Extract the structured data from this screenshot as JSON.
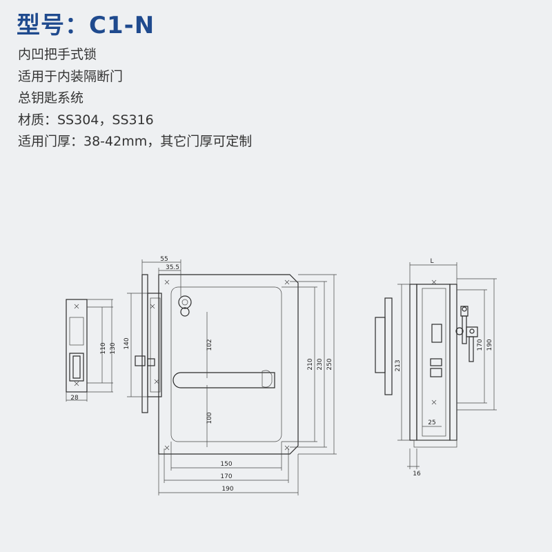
{
  "title": "型号：C1-N",
  "specs": [
    "内凹把手式锁",
    "适用于内装隔断门",
    "总钥匙系统",
    "材质：SS304，SS316",
    "适用门厚：38-42mm，其它门厚可定制"
  ],
  "dimensions": {
    "strike_height_110": "110",
    "strike_height_130": "130",
    "strike_width_28": "28",
    "body_140": "140",
    "offset_55": "55",
    "offset_35_5": "35.5",
    "handle_102": "102",
    "handle_100": "100",
    "plate_210": "210",
    "plate_230": "230",
    "plate_250": "250",
    "width_150": "150",
    "width_170": "170",
    "width_190": "190",
    "side_L": "L",
    "side_213": "213",
    "side_170": "170",
    "side_190": "190",
    "side_25": "25",
    "side_16": "16"
  },
  "colors": {
    "title": "#1f4a8e",
    "background": "#eef0f2",
    "line": "#2a2a2a"
  }
}
